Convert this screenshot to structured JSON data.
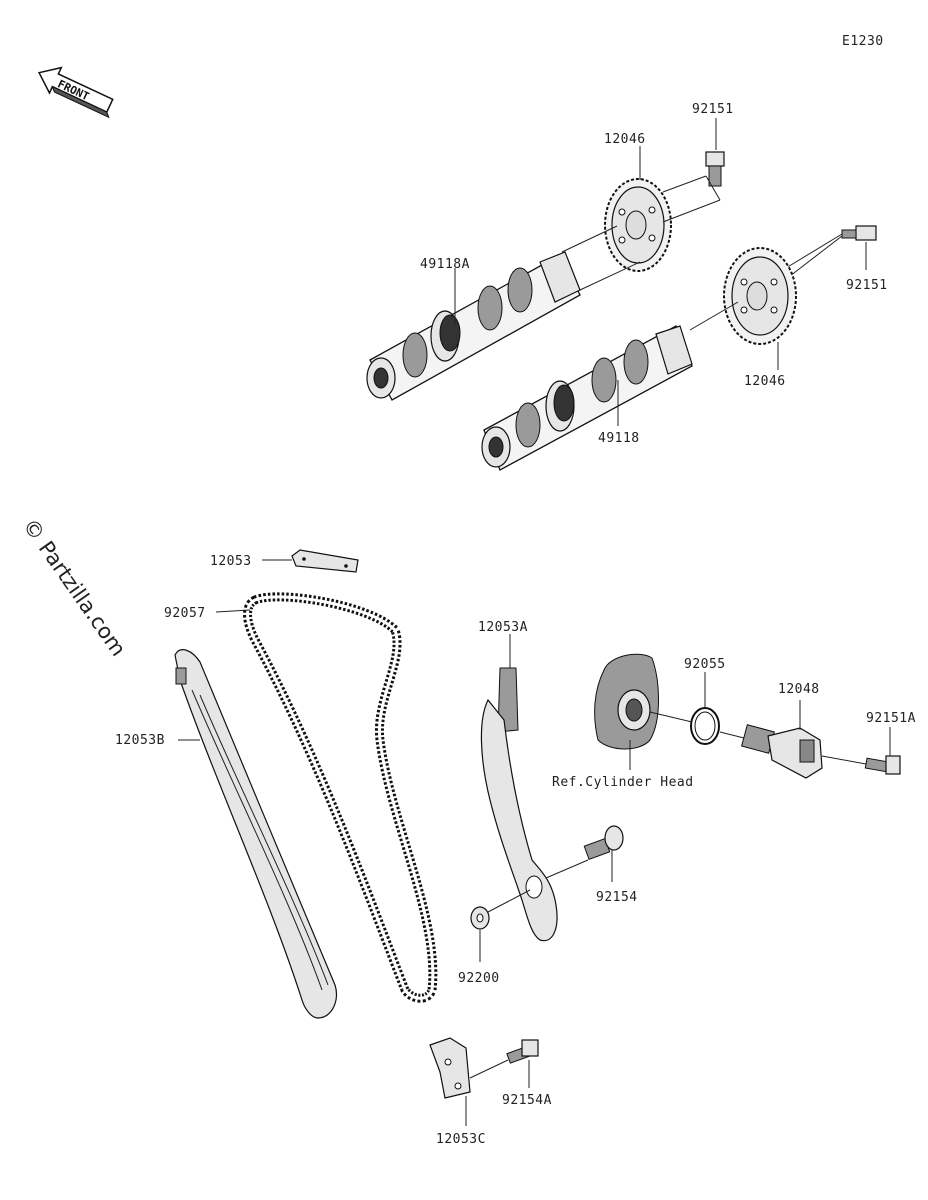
{
  "diagram_code": "E1230",
  "front_label": "FRONT",
  "watermark": "© Partzilla.com",
  "ref_note": "Ref.Cylinder Head",
  "parts": {
    "p92151_top": "92151",
    "p12046_top": "12046",
    "p49118A": "49118A",
    "p92151_right": "92151",
    "p12046_bottom": "12046",
    "p49118": "49118",
    "p12053": "12053",
    "p92057": "92057",
    "p12053A": "12053A",
    "p12053B": "12053B",
    "p92055": "92055",
    "p12048": "12048",
    "p92151A": "92151A",
    "p92154": "92154",
    "p92200": "92200",
    "p92154A": "92154A",
    "p12053C": "12053C"
  }
}
